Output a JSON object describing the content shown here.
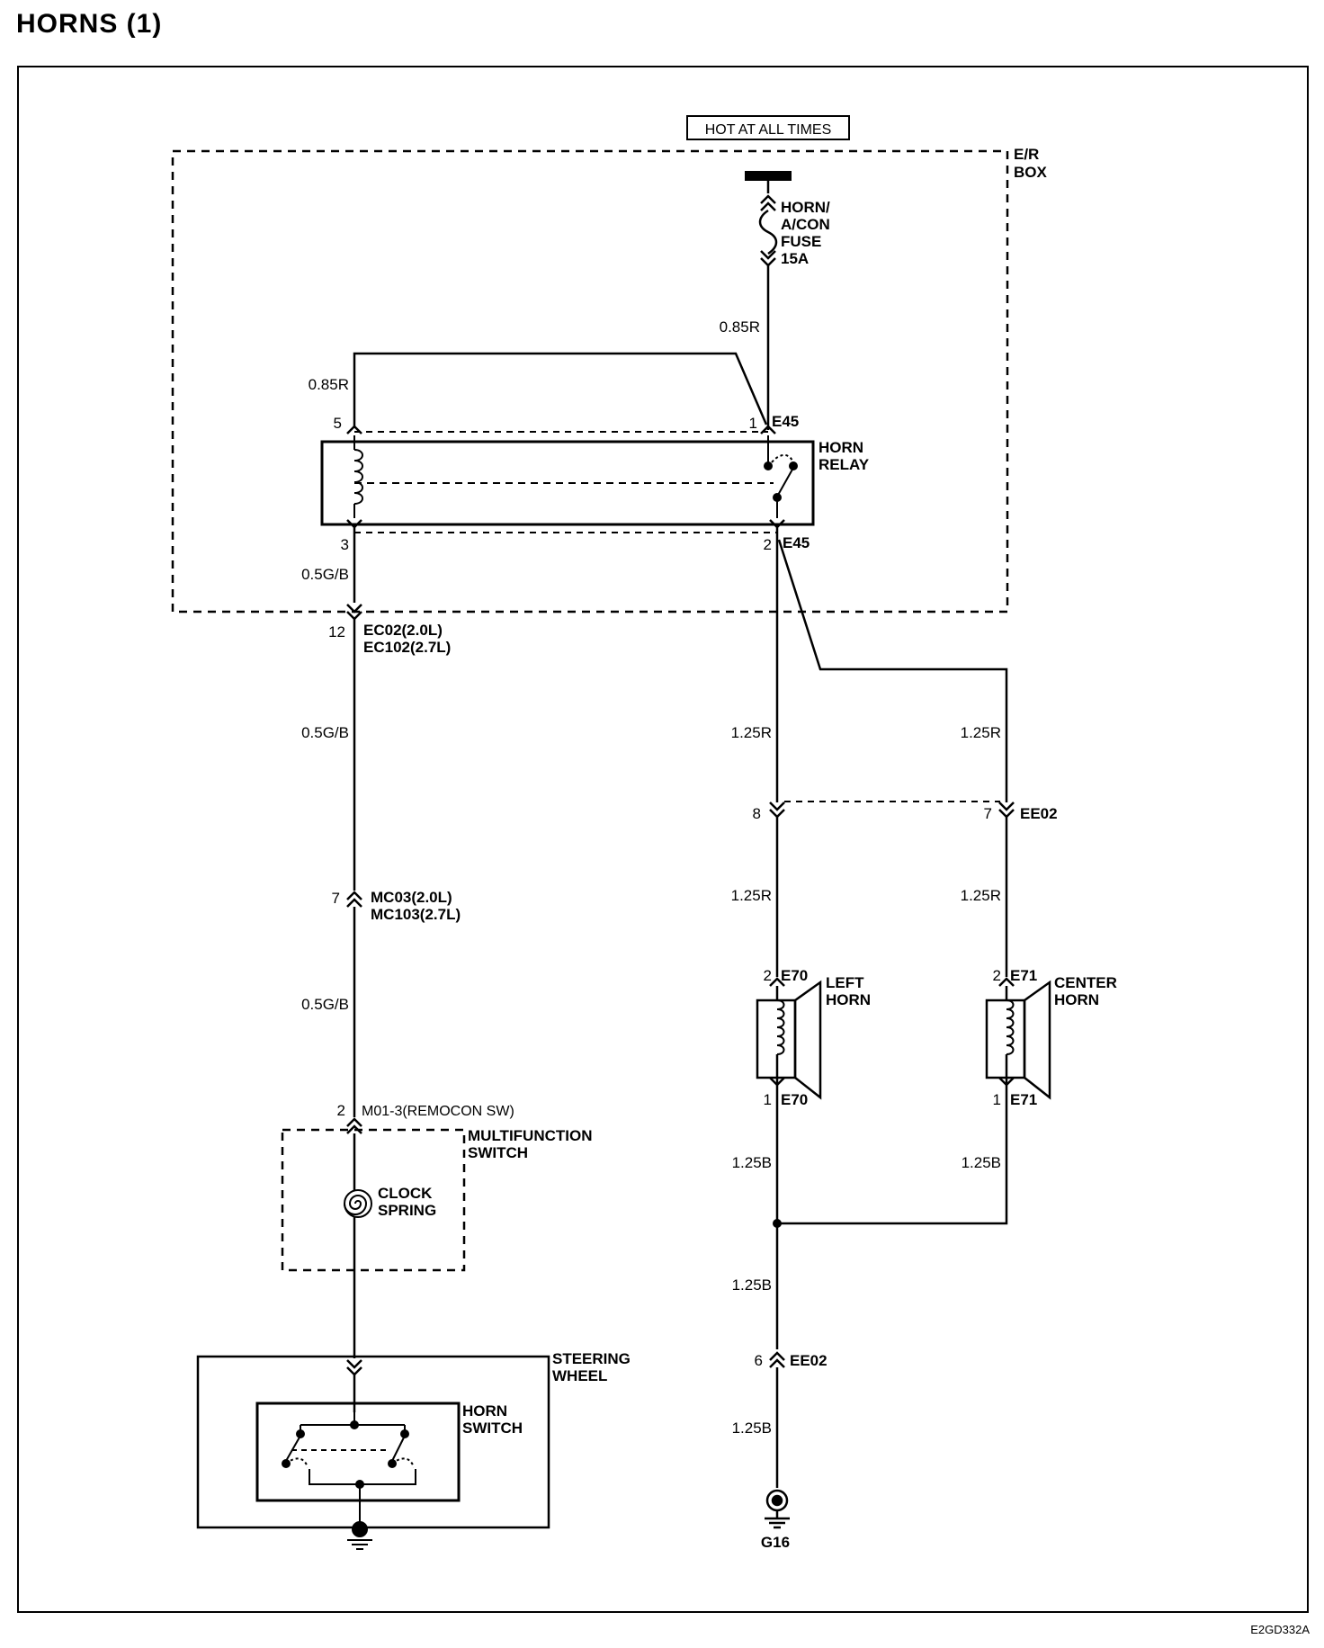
{
  "title": "HORNS (1)",
  "supply_label": "HOT AT ALL TIMES",
  "er_box": {
    "line1": "E/R",
    "line2": "BOX"
  },
  "fuse": {
    "line1": "HORN/",
    "line2": "A/CON",
    "line3": "FUSE",
    "line4": "15A"
  },
  "wires": {
    "fuse_out": "0.85R",
    "relay_coil_feed": "0.85R",
    "relay_coil_out": "0.5G/B",
    "switch_feed_upper": "0.5G/B",
    "switch_feed_lower": "0.5G/B",
    "left_horn_feed_upper": "1.25R",
    "center_horn_feed_upper": "1.25R",
    "left_horn_feed_lower": "1.25R",
    "center_horn_feed_lower": "1.25R",
    "left_horn_ground": "1.25B",
    "center_horn_ground": "1.25B",
    "ground_upper": "1.25B",
    "ground_lower": "1.25B"
  },
  "relay": {
    "line1": "HORN",
    "line2": "RELAY",
    "pin5": "5",
    "pin1": "1",
    "pin3": "3",
    "pin2": "2",
    "connector_top": "E45",
    "connector_bottom": "E45"
  },
  "ec_connector": {
    "pin": "12",
    "line1": "EC02(2.0L)",
    "line2": "EC102(2.7L)"
  },
  "mc_connector": {
    "pin": "7",
    "line1": "MC03(2.0L)",
    "line2": "MC103(2.7L)"
  },
  "ee02_top": {
    "pin_left": "8",
    "pin_right": "7",
    "name": "EE02"
  },
  "left_horn": {
    "line1": "LEFT",
    "line2": "HORN",
    "pin_top": "2",
    "conn_top": "E70",
    "pin_bottom": "1",
    "conn_bottom": "E70"
  },
  "center_horn": {
    "line1": "CENTER",
    "line2": "HORN",
    "pin_top": "2",
    "conn_top": "E71",
    "pin_bottom": "1",
    "conn_bottom": "E71"
  },
  "multifunction": {
    "pin": "2",
    "connector": "M01-3(REMOCON SW)",
    "line1": "MULTIFUNCTION",
    "line2": "SWITCH"
  },
  "clock_spring": {
    "line1": "CLOCK",
    "line2": "SPRING"
  },
  "steering_wheel": {
    "line1": "STEERING",
    "line2": "WHEEL"
  },
  "horn_switch": {
    "line1": "HORN",
    "line2": "SWITCH"
  },
  "ee02_bottom": {
    "pin": "6",
    "name": "EE02"
  },
  "ground": {
    "name": "G16"
  },
  "figure_code": "E2GD332A"
}
